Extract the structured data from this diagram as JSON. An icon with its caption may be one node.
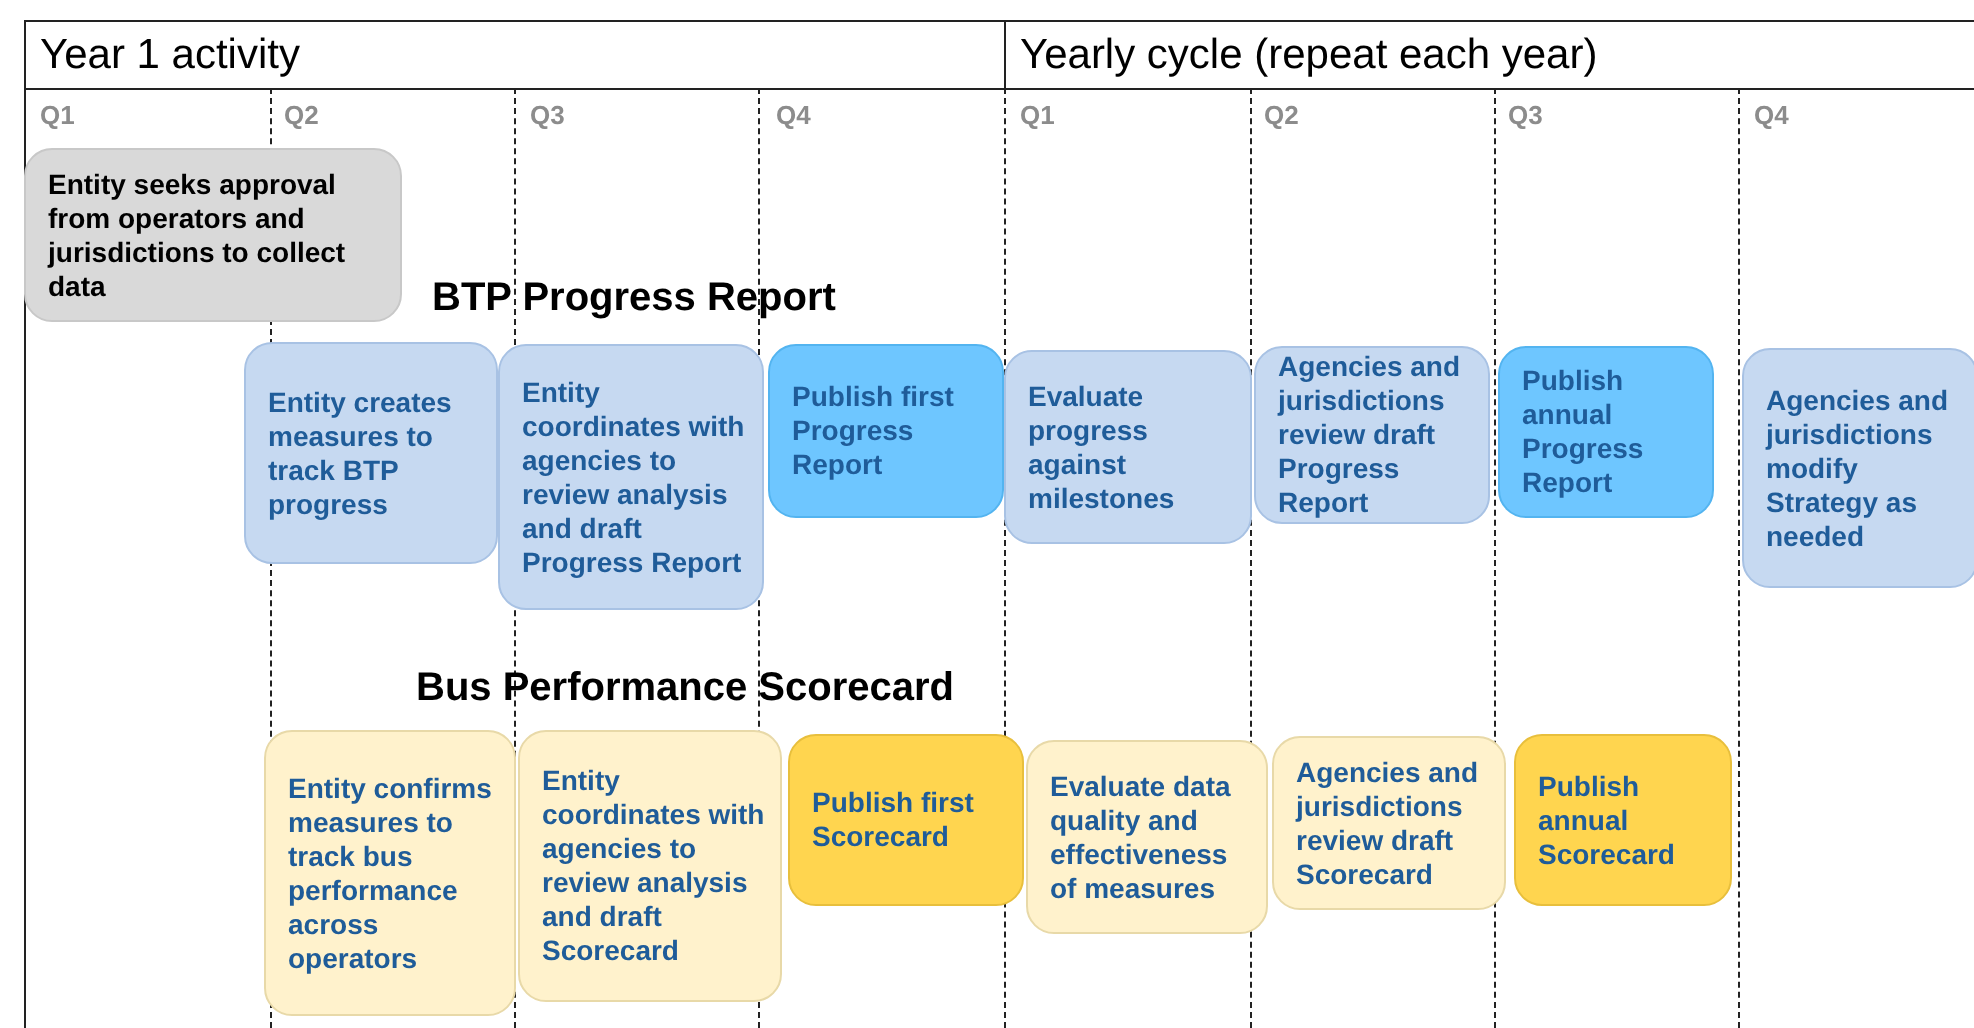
{
  "diagram": {
    "nodes": [
      {
        "text": [
          "Entity seeks approval from operators and jurisdictions to collect data"
        ]
      },
      {
        "text": [
          "Entity creates measures to track BTP progress"
        ]
      },
      {
        "text": [
          "Entity coordinates with agencies to review analysis and draft Progress Report"
        ]
      },
      {
        "text": [
          "Publish first Progress Report"
        ]
      },
      {
        "text": [
          "Evaluate progress against milestones"
        ]
      },
      {
        "text": [
          "Agencies and jurisdictions review draft Progress Report"
        ]
      },
      {
        "text": [
          "Publish annual Progress Report"
        ]
      },
      {
        "text": [
          "Agencies and jurisdictions modify Strategy as needed"
        ]
      },
      {
        "text": [
          "Entity confirms measures to track bus performance across operators"
        ]
      },
      {
        "text": [
          "Entity coordinates with agencies to review analysis and draft Scorecard"
        ]
      },
      {
        "text": [
          "Publish first Scorecard"
        ]
      },
      {
        "text": [
          "Evaluate data quality and effectiveness of measures"
        ]
      },
      {
        "text": [
          "Agencies and jurisdictions review draft Scorecard"
        ]
      },
      {
        "text": [
          "Publish annual Scorecard"
        ]
      }
    ],
    "labels": [
      "Year 1 activity",
      "Yearly cycle (repeat each year)",
      "Q1",
      "Q2",
      "Q3",
      "Q4",
      "Q1",
      "Q2",
      "Q3",
      "Q4",
      "BTP Progress Report",
      "Bus Performance Scorecard"
    ]
  }
}
